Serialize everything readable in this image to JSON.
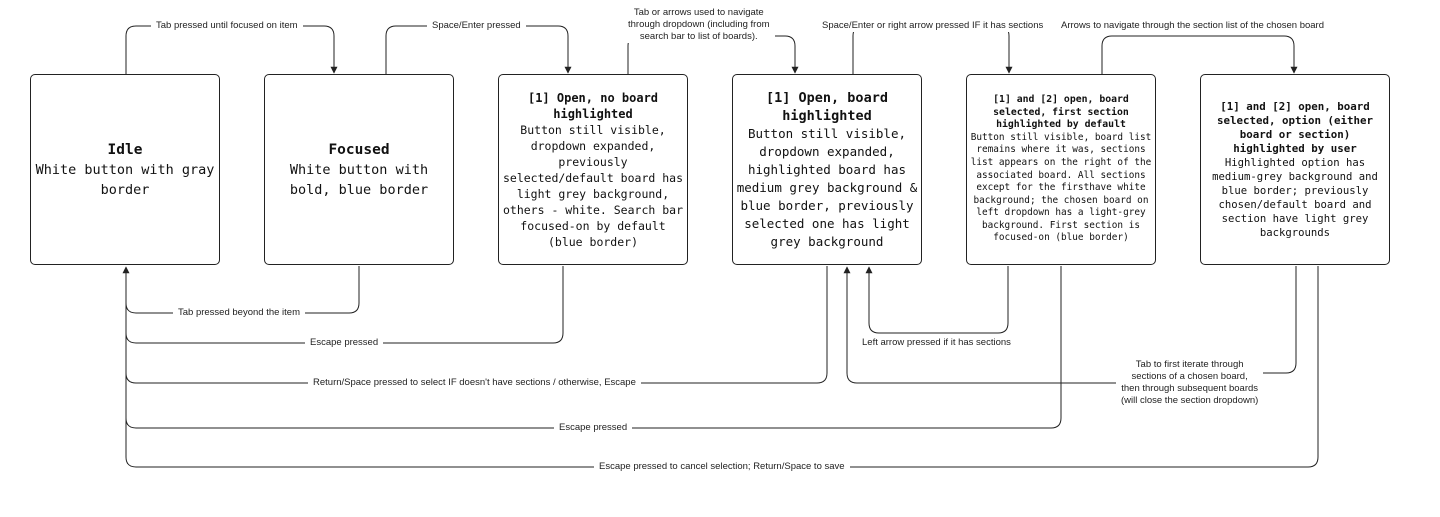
{
  "states": {
    "idle": {
      "title": "Idle",
      "desc": "White button with gray border"
    },
    "focused": {
      "title": "Focused",
      "desc": "White button with bold, blue border"
    },
    "open_no_highlight": {
      "title": "[1] Open, no board highlighted",
      "desc": "Button still visible, dropdown expanded, previously selected/default board has light grey background, others - white. Search bar focused-on by default (blue border)"
    },
    "open_board_highlighted": {
      "title": "[1] Open, board highlighted",
      "desc": "Button still visible, dropdown expanded, highlighted board has medium grey background & blue border, previously selected one has light grey background"
    },
    "open_first_section": {
      "title": "[1] and [2] open, board selected, first section highlighted by default",
      "desc": "Button still visible, board list remains where it was, sections list appears on the right of the associated board. All sections except for the firsthave white background; the chosen board on left dropdown has a light-grey background. First section is focused-on (blue border)"
    },
    "open_option_highlighted": {
      "title": "[1] and [2] open, board selected, option (either board or section) highlighted by user",
      "desc": "Highlighted option has medium-grey background and blue border; previously chosen/default board and section have light grey backgrounds"
    }
  },
  "transitions": {
    "tab_until_focused": "Tab pressed until focused on item",
    "space_enter": "Space/Enter pressed",
    "tab_or_arrows": "Tab or arrows used to navigate\nthrough dropdown (including from\nsearch bar to list of boards).",
    "space_enter_right_arrow": "Space/Enter or right arrow pressed IF it has sections",
    "arrows_sections": "Arrows to navigate through the section list of the chosen board",
    "tab_beyond": "Tab pressed beyond the item",
    "escape_1": "Escape pressed",
    "left_arrow": "Left arrow pressed if it has sections",
    "return_space_select": "Return/Space pressed to select IF doesn't have sections / otherwise, Escape",
    "tab_first_iterate": "Tab to first iterate through\nsections of a chosen board,\nthen through subsequent boards\n(will close the section dropdown)",
    "escape_2": "Escape pressed",
    "escape_cancel": "Escape pressed to cancel selection; Return/Space to save"
  }
}
